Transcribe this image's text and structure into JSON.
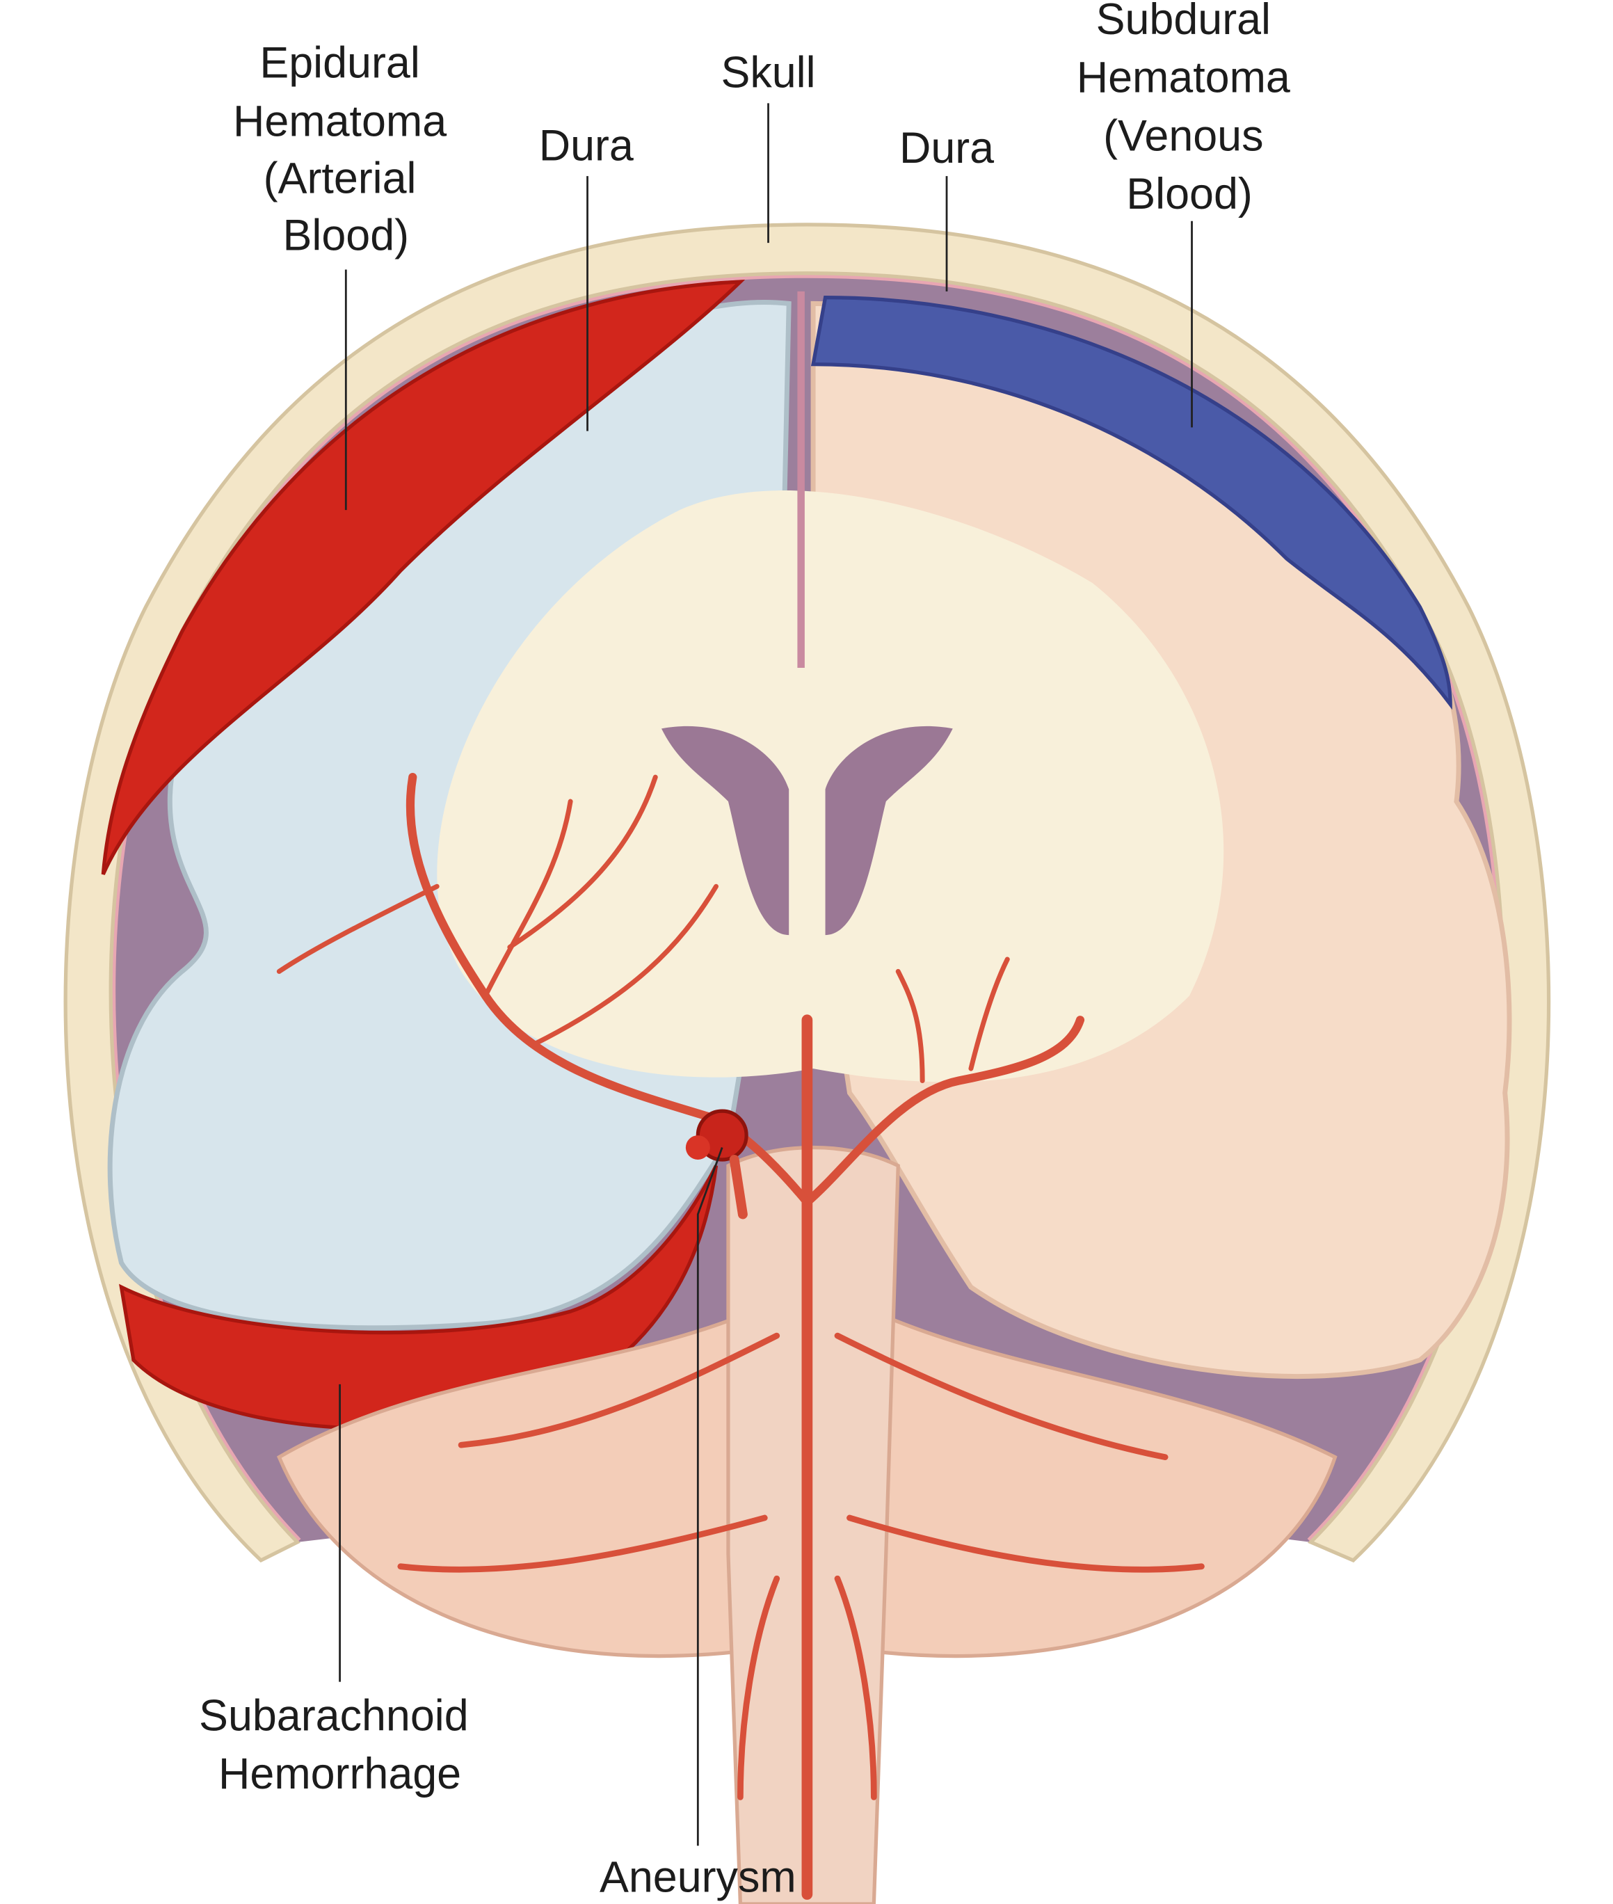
{
  "diagram": {
    "colors": {
      "skull": "#f3e6c8",
      "arterial_blood": "#d2261c",
      "venous_blood": "#4a5aa8",
      "csf_space": "#9c7f9c",
      "left_hemisphere": "#d7e5ec",
      "right_hemisphere": "#f6dcc8",
      "white_matter": "#f8f0da",
      "artery": "#d8503a"
    },
    "labels": {
      "epidural": [
        "Epidural",
        "Hematoma",
        "(Arterial",
        "Blood)"
      ],
      "dura_left": "Dura",
      "skull": "Skull",
      "dura_right": "Dura",
      "subdural": [
        "Subdural",
        "Hematoma",
        "(Venous",
        "Blood)"
      ],
      "subarachnoid": [
        "Subarachnoid",
        "Hemorrhage"
      ],
      "aneurysm": "Aneurysm"
    }
  }
}
